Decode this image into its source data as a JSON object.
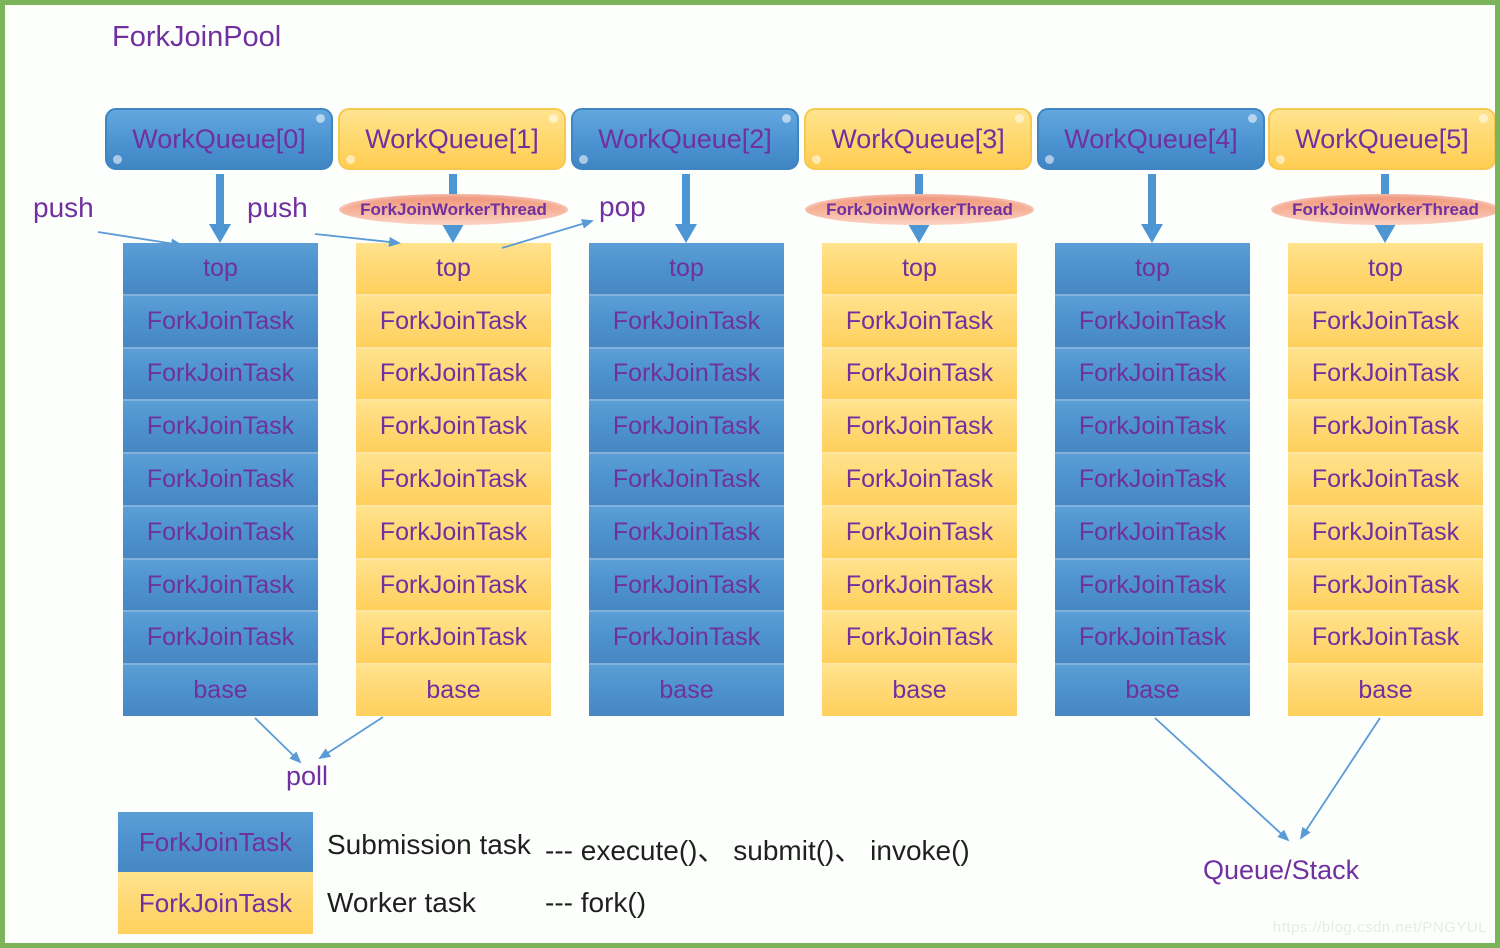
{
  "diagram": {
    "title": "ForkJoinPool"
  },
  "labels": {
    "push_left": "push",
    "push_right": "push",
    "pop": "pop",
    "poll": "poll",
    "queue_stack": "Queue/Stack"
  },
  "thread_label": "ForkJoinWorkerThread",
  "queues": [
    {
      "label": "WorkQueue[0]",
      "style": "blue",
      "has_thread": false
    },
    {
      "label": "WorkQueue[1]",
      "style": "yellow",
      "has_thread": true
    },
    {
      "label": "WorkQueue[2]",
      "style": "blue",
      "has_thread": false
    },
    {
      "label": "WorkQueue[3]",
      "style": "yellow",
      "has_thread": true
    },
    {
      "label": "WorkQueue[4]",
      "style": "blue",
      "has_thread": false
    },
    {
      "label": "WorkQueue[5]",
      "style": "yellow",
      "has_thread": true
    }
  ],
  "cell": {
    "top": "top",
    "task": "ForkJoinTask",
    "task_count": 7,
    "base": "base"
  },
  "legend": {
    "rows": [
      {
        "swatch_label": "ForkJoinTask",
        "swatch_style": "blue",
        "name": "Submission task",
        "methods": "--- execute()、 submit()、 invoke()"
      },
      {
        "swatch_label": "ForkJoinTask",
        "swatch_style": "yellow",
        "name": "Worker task",
        "methods": "--- fork()"
      }
    ]
  },
  "watermark": "https://blog.csdn.net/PNGYUL",
  "colors": {
    "blue": "#4E93CE",
    "yellow": "#FFD977",
    "purple_text": "#7030A0",
    "arrow_blue": "#5B9BD5",
    "ellipse_salmon": "#F4A88E",
    "border_green": "#7CB45A",
    "legend_text": "#1F1F1F"
  }
}
